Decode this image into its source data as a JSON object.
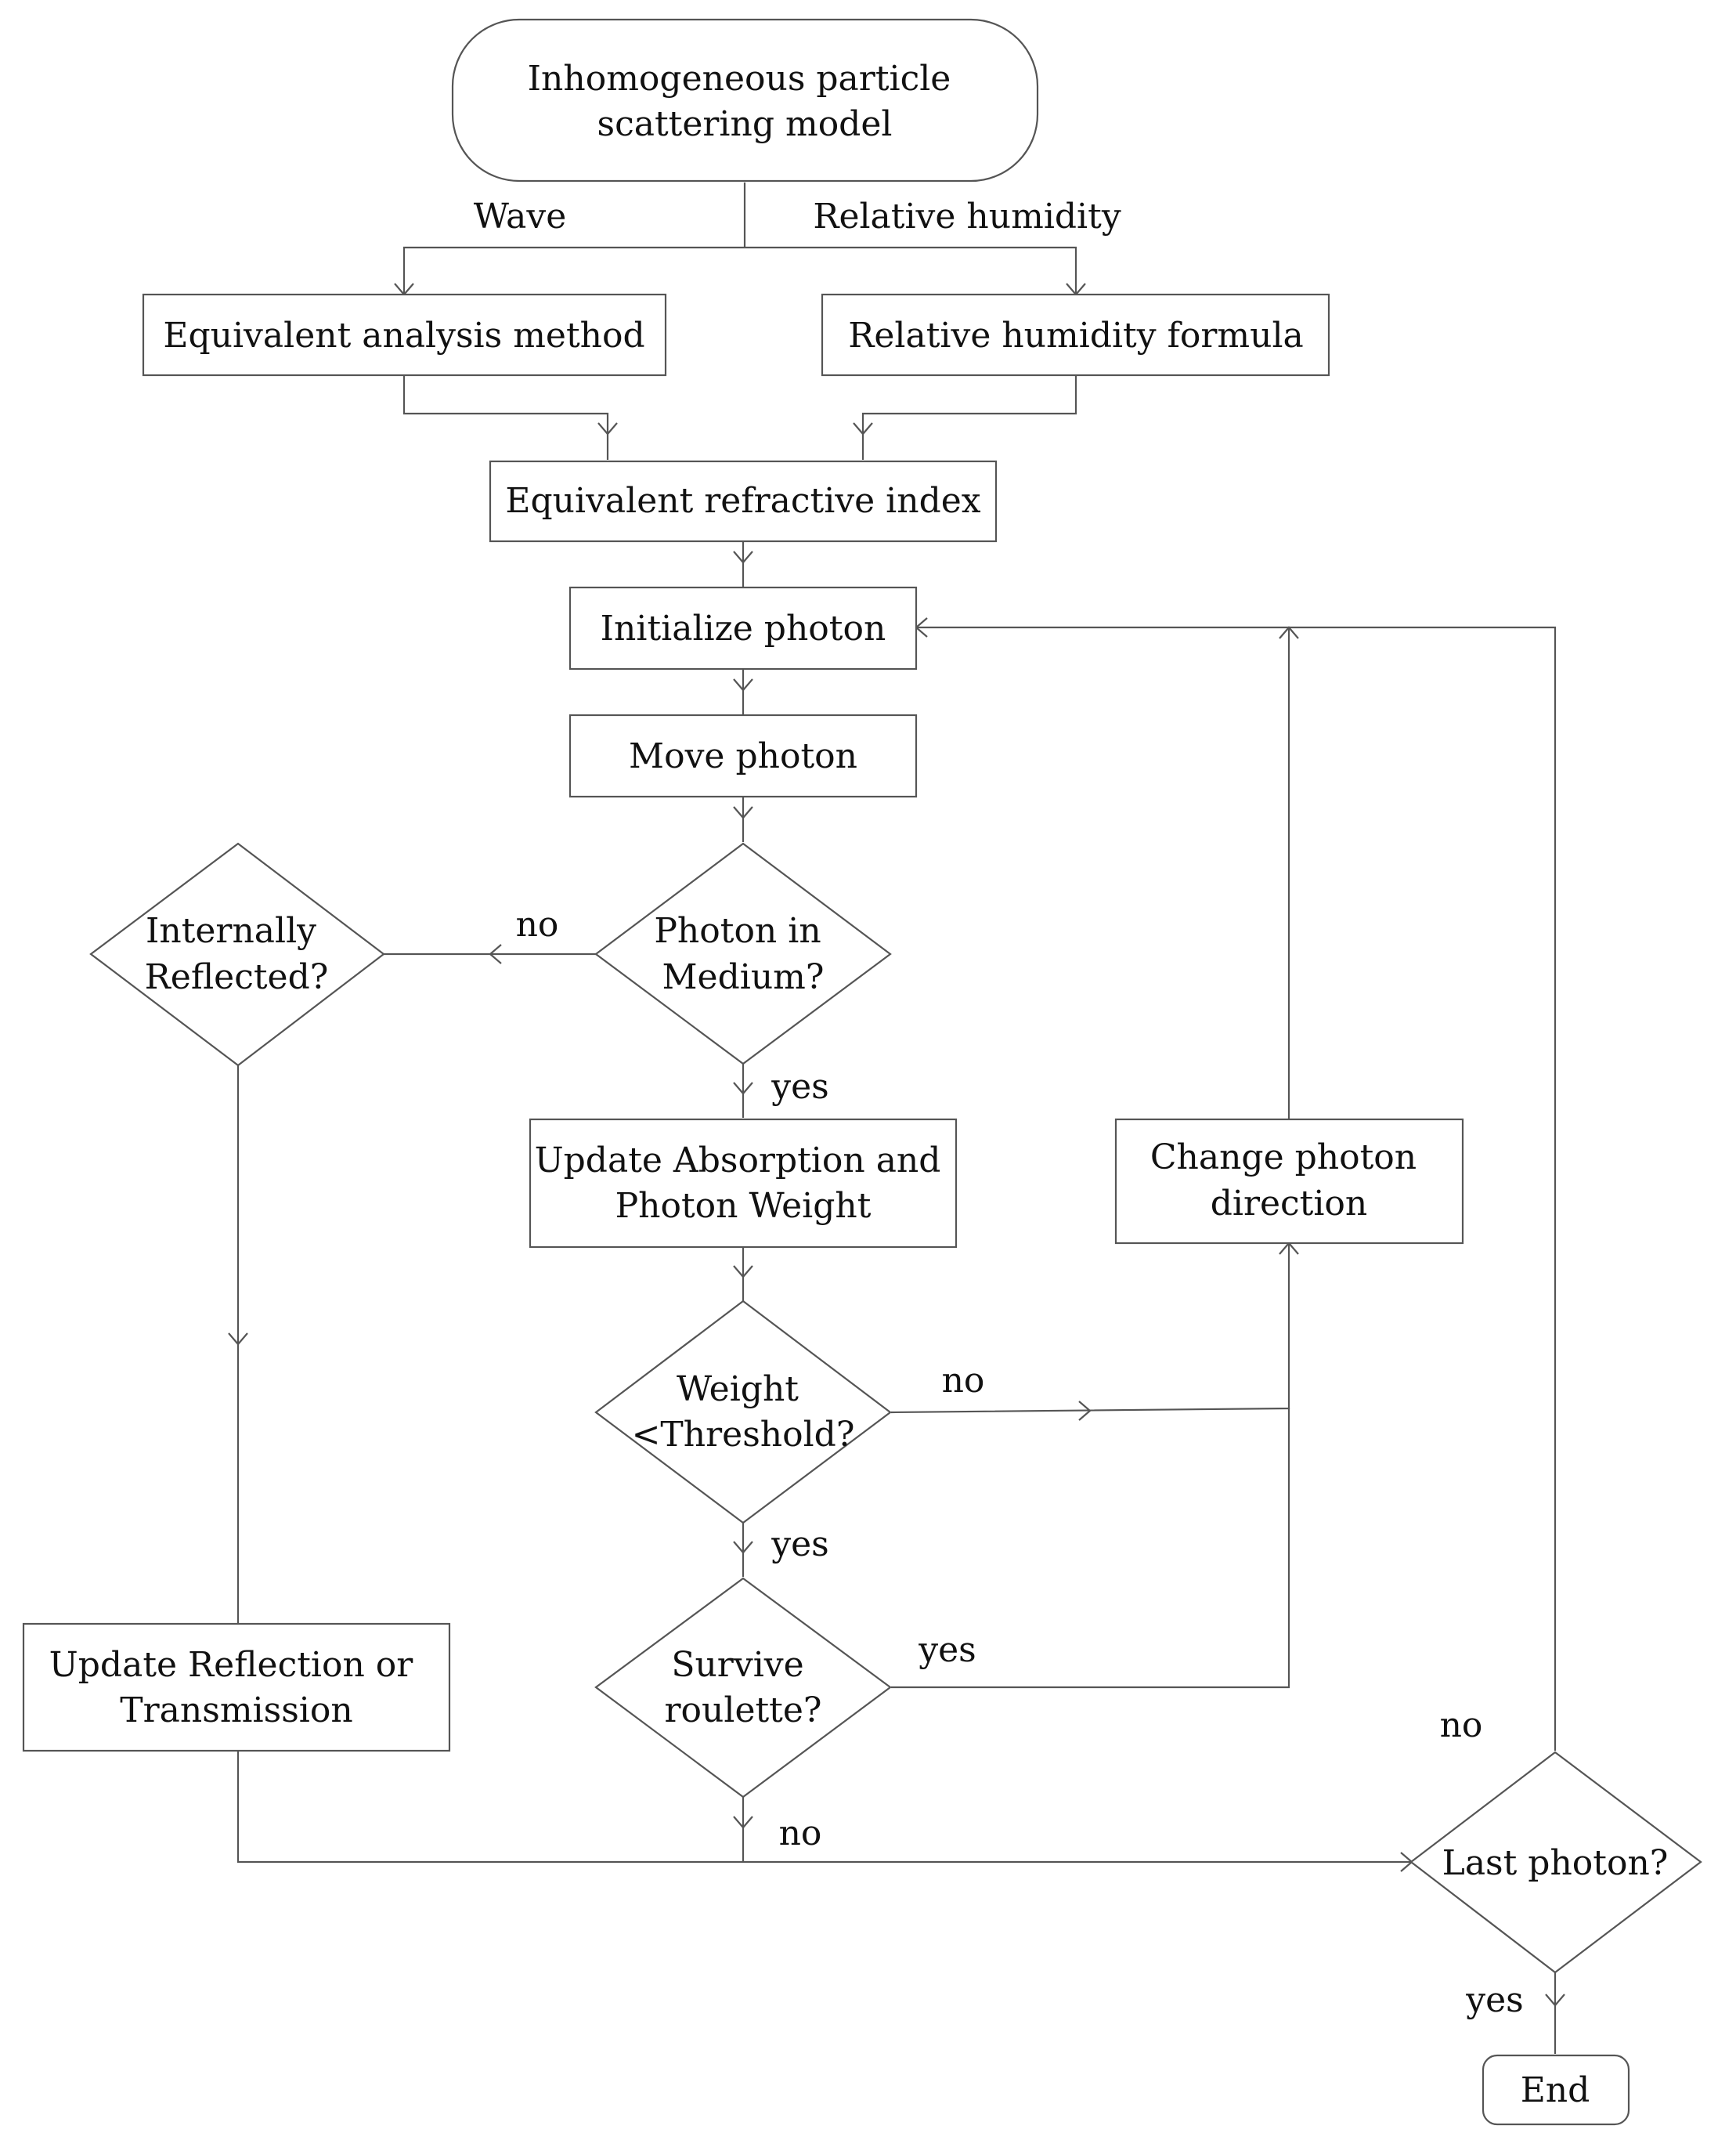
{
  "nodes": {
    "start": [
      "Inhomogeneous particle",
      "scattering model"
    ],
    "equiv_method": [
      "Equivalent analysis method"
    ],
    "rh_formula": [
      "Relative humidity formula"
    ],
    "refractive_index": [
      "Equivalent refractive index"
    ],
    "init_photon": [
      "Initialize photon"
    ],
    "move_photon": [
      "Move photon"
    ],
    "photon_in_medium": [
      "Photon in",
      "Medium?"
    ],
    "internally_reflected": [
      "Internally",
      "Reflected?"
    ],
    "update_absorption": [
      "Update Absorption and",
      "Photon Weight"
    ],
    "change_direction": [
      "Change photon",
      "direction"
    ],
    "weight_threshold": [
      "Weight",
      "<Threshold?"
    ],
    "survive_roulette": [
      "Survive",
      "roulette?"
    ],
    "update_reflection": [
      "Update Reflection or",
      "Transmission"
    ],
    "last_photon": [
      "Last photon?"
    ],
    "end": [
      "End"
    ]
  },
  "edge_labels": {
    "wave": "Wave",
    "relative_humidity": "Relative humidity",
    "medium_no": "no",
    "medium_yes": "yes",
    "weight_no": "no",
    "weight_yes": "yes",
    "survive_yes": "yes",
    "survive_no": "no",
    "last_no": "no",
    "last_yes": "yes"
  },
  "colors": {
    "stroke": "#555555",
    "text": "#111111",
    "background": "#ffffff"
  }
}
